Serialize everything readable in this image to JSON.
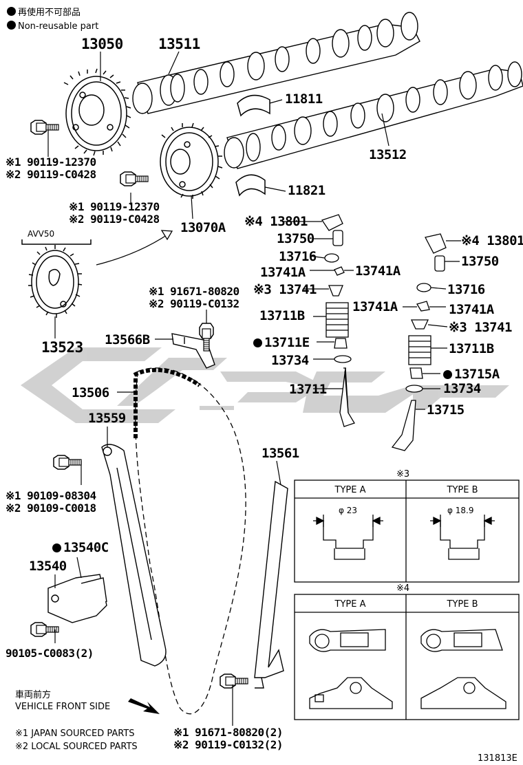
{
  "legend": {
    "nonreusable_ja": "再使用不可部品",
    "nonreusable_en": "Non-reusable part"
  },
  "labels": {
    "p13050": "13050",
    "p13511": "13511",
    "p11811": "11811",
    "p13512": "13512",
    "p11821": "11821",
    "p13070A": "13070A",
    "b1_ja": "※1 90119-12370",
    "b1_lo": "※2 90119-C0428",
    "b2_ja": "※1 90119-12370",
    "b2_lo": "※2 90119-C0428",
    "avv50": "AVV50",
    "p13523": "13523",
    "p13801_a": "※4 13801",
    "p13750_a": "13750",
    "p13716_a": "13716",
    "p13741A_l1": "13741A",
    "p13741A_r1": "13741A",
    "p13741_a": "※3 13741",
    "p13711B_a": "13711B",
    "p13711E": "13711E",
    "p13734_a": "13734",
    "p13711": "13711",
    "p13801_b": "※4 13801",
    "p13750_b": "13750",
    "p13716_b": "13716",
    "p13741A_l2": "13741A",
    "p13741A_r2": "13741A",
    "p13741_b": "※3 13741",
    "p13711B_b": "13711B",
    "p13715A": "13715A",
    "p13734_b": "13734",
    "p13715": "13715",
    "g_ja": "※1 91671-80820",
    "g_lo": "※2 90119-C0132",
    "p13566B": "13566B",
    "p13506": "13506",
    "p13559": "13559",
    "s_ja": "※1 90109-08304",
    "s_lo": "※2 90109-C0018",
    "p13540C": "13540C",
    "p13540": "13540",
    "t_bolt": "90105-C0083(2)",
    "p13561": "13561",
    "bot_ja": "※1 91671-80820(2)",
    "bot_lo": "※2 90119-C0132(2)",
    "front_ja": "車両前方",
    "front_en": "VEHICLE FRONT SIDE",
    "note1": "※1 JAPAN SOURCED PARTS",
    "note2": "※2 LOCAL SOURCED PARTS",
    "fig_id": "131813E"
  },
  "table3": {
    "mark": "※3",
    "col_a": "TYPE A",
    "col_b": "TYPE B",
    "dim_a": "φ 23",
    "dim_b": "φ 18.9"
  },
  "table4": {
    "mark": "※4",
    "col_a": "TYPE A",
    "col_b": "TYPE B"
  }
}
